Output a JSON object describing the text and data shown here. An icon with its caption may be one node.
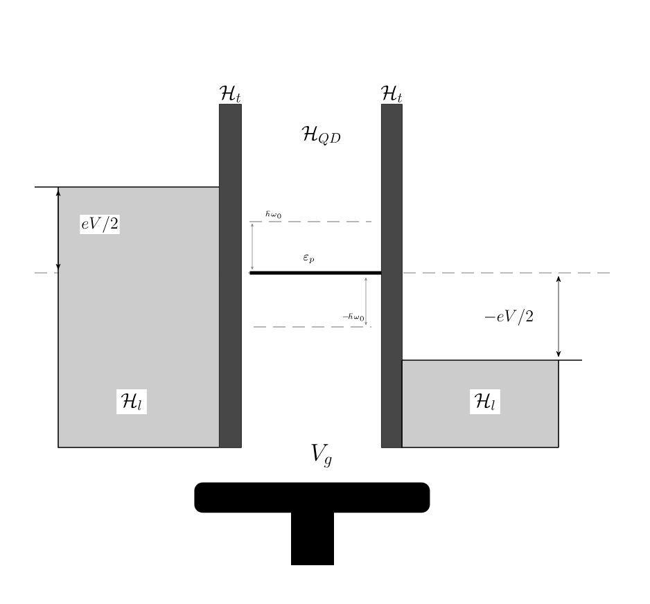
{
  "diagram": {
    "nodes": [
      {
        "text": [
          "\\mathcal{H}_l"
        ]
      },
      {
        "text": [
          "\\mathcal{H}_t"
        ]
      },
      {
        "text": [
          "\\varepsilon_p"
        ]
      },
      {
        "text": [
          "\\mathcal{H}_t"
        ]
      },
      {
        "text": [
          "\\mathcal{H}_l"
        ]
      },
      {
        "text": [
          "V_g"
        ]
      }
    ],
    "edges": [],
    "labels": [
      "\\mathcal{H}_{QD}",
      "eV/2",
      "\\hbar\\omega_0",
      "-\\hbar\\omega_0",
      "-eV/2"
    ]
  }
}
